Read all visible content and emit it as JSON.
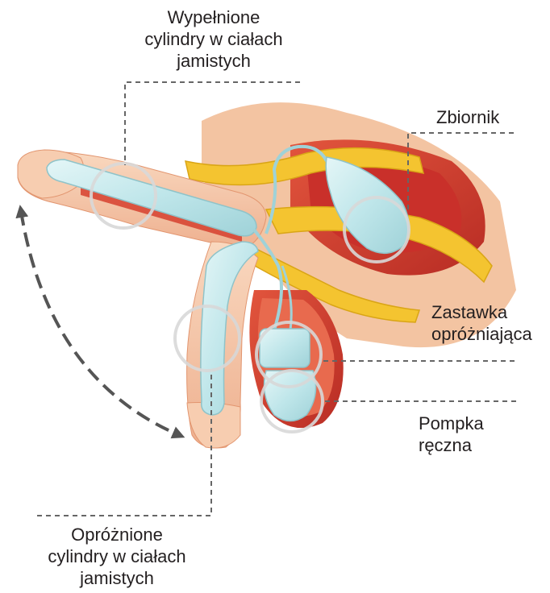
{
  "labels": {
    "filled_cylinders": [
      "Wypełnione",
      "cylindry w ciałach",
      "jamistych"
    ],
    "reservoir": [
      "Zbiornik"
    ],
    "deflation_valve": [
      "Zastawka",
      "opróżniająca"
    ],
    "hand_pump": [
      "Pompka",
      "ręczna"
    ],
    "deflated_cylinders": [
      "Opróżnione",
      "cylindry w ciałach",
      "jamistych"
    ]
  },
  "colors": {
    "skin": "#f5c9a8",
    "skin_shadow": "#e9a27e",
    "tissue_red": "#d6402e",
    "tissue_dark": "#b82c24",
    "bone_yellow": "#f4c430",
    "implant": "#bfe6ea",
    "implant_stroke": "#8fc3c9",
    "leader_line": "#666666",
    "arrow": "#555555",
    "text": "#231f20"
  }
}
